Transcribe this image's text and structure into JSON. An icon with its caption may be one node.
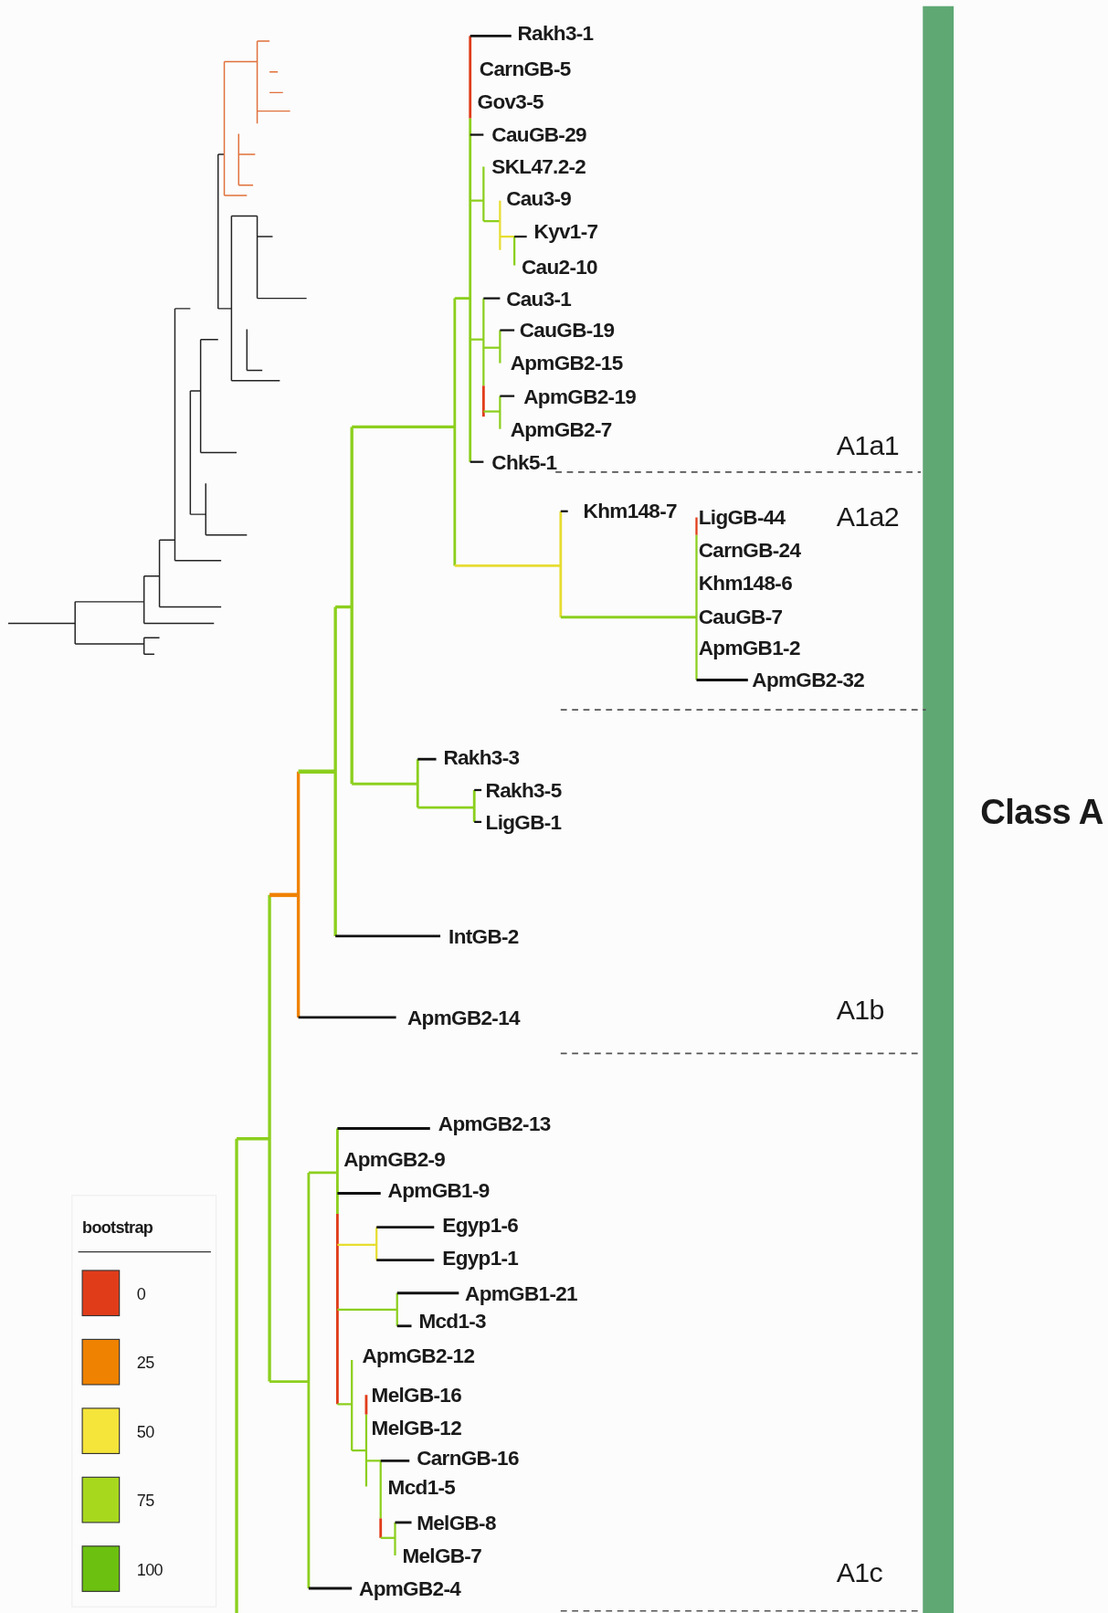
{
  "diagram": {
    "labels": [
      "Rakh3-1",
      "CarnGB-5",
      "Gov3-5",
      "CauGB-29",
      "SKL47.2-2",
      "Cau3-9",
      "Kyv1-7",
      "Cau2-10",
      "Cau3-1",
      "CauGB-19",
      "ApmGB2-15",
      "ApmGB2-19",
      "ApmGB2-7",
      "A1a1",
      "Chk5-1",
      "Khm148-7",
      "LigGB-44",
      "A1a2",
      "CarnGB-24",
      "Khm148-6",
      "CauGB-7",
      "ApmGB1-2",
      "ApmGB2-32",
      "Rakh3-3",
      "Rakh3-5",
      "Class A",
      "LigGB-1",
      "IntGB-2",
      "ApmGB2-14",
      "A1b",
      "ApmGB2-13",
      "ApmGB2-9",
      "ApmGB1-9",
      "Egyp1-6",
      "Egyp1-1",
      "ApmGB1-21",
      "Mcd1-3",
      "ApmGB2-12",
      "MelGB-16",
      "MelGB-12",
      "CarnGB-16",
      "Mcd1-5",
      "MelGB-8",
      "MelGB-7",
      "ApmGB2-4",
      "A1c",
      "bootstrap"
    ],
    "legend": [
      {
        "text": "0",
        "color": "#e03c1a"
      },
      {
        "text": "25",
        "color": "#ef8200"
      },
      {
        "text": "50",
        "color": "#f5e43a"
      },
      {
        "text": "75",
        "color": "#a8d81e"
      },
      {
        "text": "100",
        "color": "#6cc010"
      }
    ]
  }
}
